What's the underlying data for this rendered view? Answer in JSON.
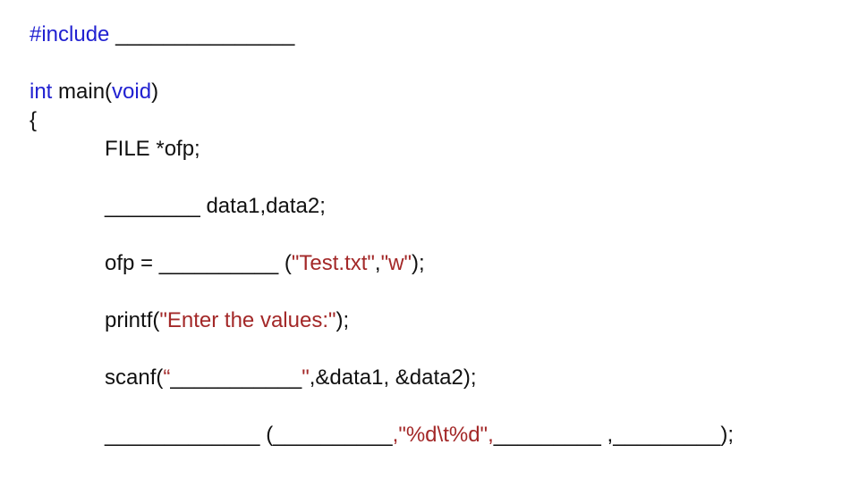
{
  "page": {
    "background": "#ffffff",
    "description": "C program fill-in-the-blank exercise slide"
  },
  "colors": {
    "keyword_blue": "#2121d1",
    "string_red": "#a32828",
    "code_black": "#111111"
  },
  "code": {
    "lines": [
      {
        "indent": false,
        "blank": false,
        "segments": [
          {
            "text": "#include ",
            "color": "blue"
          },
          {
            "text": "_______________",
            "color": "black"
          }
        ]
      },
      {
        "indent": false,
        "blank": true,
        "segments": []
      },
      {
        "indent": false,
        "blank": false,
        "segments": [
          {
            "text": "int ",
            "color": "blue"
          },
          {
            "text": "main(",
            "color": "black"
          },
          {
            "text": "void",
            "color": "blue"
          },
          {
            "text": ")",
            "color": "black"
          }
        ]
      },
      {
        "indent": false,
        "blank": false,
        "segments": [
          {
            "text": "{",
            "color": "black"
          }
        ]
      },
      {
        "indent": true,
        "blank": false,
        "segments": [
          {
            "text": "FILE *ofp;",
            "color": "black"
          }
        ]
      },
      {
        "indent": false,
        "blank": true,
        "segments": []
      },
      {
        "indent": true,
        "blank": false,
        "segments": [
          {
            "text": "________ data1,data2;",
            "color": "black"
          }
        ]
      },
      {
        "indent": false,
        "blank": true,
        "segments": []
      },
      {
        "indent": true,
        "blank": false,
        "segments": [
          {
            "text": "ofp = __________ (",
            "color": "black"
          },
          {
            "text": "\"Test.txt\"",
            "color": "red"
          },
          {
            "text": ",",
            "color": "black"
          },
          {
            "text": "\"w\"",
            "color": "red"
          },
          {
            "text": ");",
            "color": "black"
          }
        ]
      },
      {
        "indent": false,
        "blank": true,
        "segments": []
      },
      {
        "indent": true,
        "blank": false,
        "segments": [
          {
            "text": "printf(",
            "color": "black"
          },
          {
            "text": "\"Enter the values:\"",
            "color": "red"
          },
          {
            "text": ");",
            "color": "black"
          }
        ]
      },
      {
        "indent": false,
        "blank": true,
        "segments": []
      },
      {
        "indent": true,
        "blank": false,
        "segments": [
          {
            "text": "scanf(",
            "color": "black"
          },
          {
            "text": "“",
            "color": "red"
          },
          {
            "text": "___________",
            "color": "black"
          },
          {
            "text": "\"",
            "color": "red"
          },
          {
            "text": ",&data1, &data2);",
            "color": "black"
          }
        ]
      },
      {
        "indent": false,
        "blank": true,
        "segments": []
      },
      {
        "indent": true,
        "blank": false,
        "segments": [
          {
            "text": "_____________ (__________",
            "color": "black"
          },
          {
            "text": ",\"%d\\t%d\",",
            "color": "red"
          },
          {
            "text": "_________ ,_________);",
            "color": "black"
          }
        ]
      }
    ]
  }
}
